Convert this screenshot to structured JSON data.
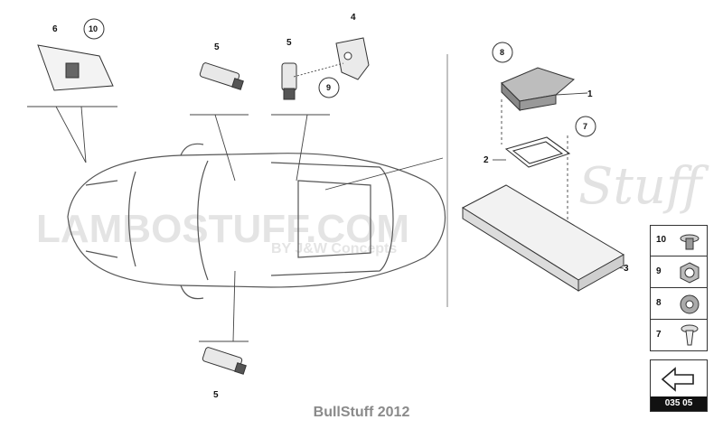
{
  "watermark": {
    "main": "LAMBOSTUFF.COM",
    "sub": "BY J&W Concepts",
    "script": "Stuff"
  },
  "callouts": {
    "c1": "1",
    "c2": "2",
    "c3": "3",
    "c4": "4",
    "c5_top": "5",
    "c5_mid": "5",
    "c5_bottom": "5",
    "c6": "6",
    "c7": "7",
    "c8": "8",
    "c9": "9",
    "c10": "10"
  },
  "parts_legend": [
    {
      "num": "10",
      "part": "bolt-with-washer"
    },
    {
      "num": "9",
      "part": "hex-nut"
    },
    {
      "num": "8",
      "part": "grommet"
    },
    {
      "num": "7",
      "part": "expanding-rivet"
    }
  ],
  "nav": {
    "code": "035 05",
    "icon": "arrow-left-icon"
  },
  "footer": "BullStuff 2012",
  "colors": {
    "line": "#333333",
    "watermark": "#cfcfcf",
    "footer": "#8a8a8a"
  }
}
